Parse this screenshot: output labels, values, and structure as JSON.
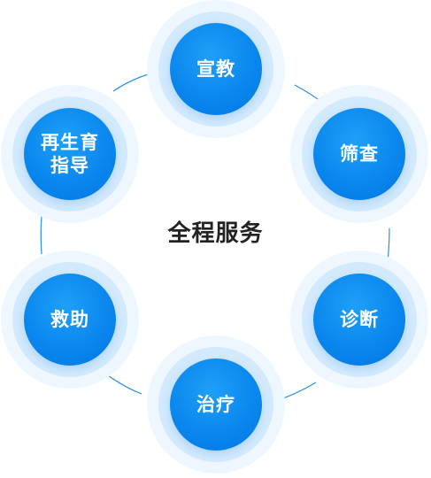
{
  "diagram": {
    "center_title": "全程服务",
    "colors": {
      "node_core": "#0a87ee",
      "halo_inner": "#d3eafd",
      "halo_outer": "#eef7ff",
      "connector": "#2a8fe6",
      "title": "#222222"
    },
    "nodes": [
      {
        "lines": [
          "宣教"
        ]
      },
      {
        "lines": [
          "筛查"
        ]
      },
      {
        "lines": [
          "诊断"
        ]
      },
      {
        "lines": [
          "治疗"
        ]
      },
      {
        "lines": [
          "救助"
        ]
      },
      {
        "lines": [
          "再生育",
          "指导"
        ]
      }
    ]
  }
}
